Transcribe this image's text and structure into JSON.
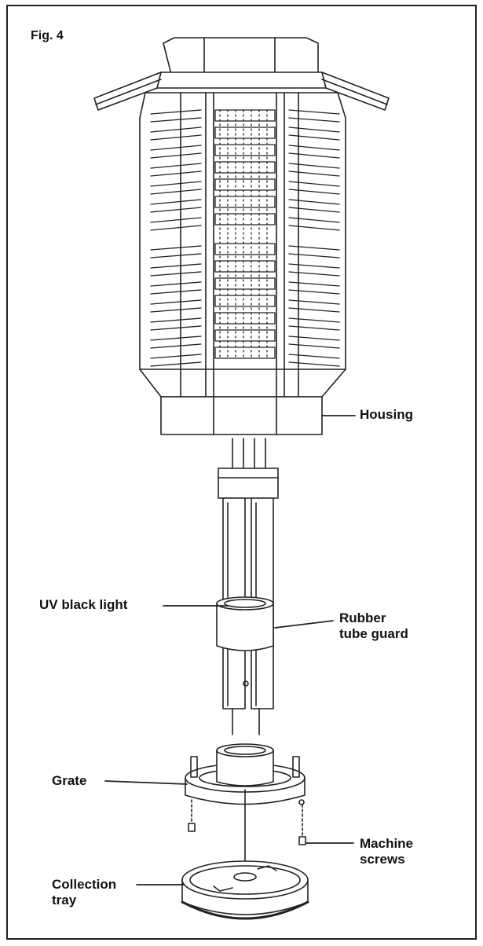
{
  "figure_label": "Fig. 4",
  "labels": {
    "housing": "Housing",
    "uv_black_light": "UV black light",
    "rubber_tube_guard_line1": "Rubber",
    "rubber_tube_guard_line2": "tube guard",
    "grate": "Grate",
    "machine_screws_line1": "Machine",
    "machine_screws_line2": "screws",
    "collection_tray_line1": "Collection",
    "collection_tray_line2": "tray"
  }
}
